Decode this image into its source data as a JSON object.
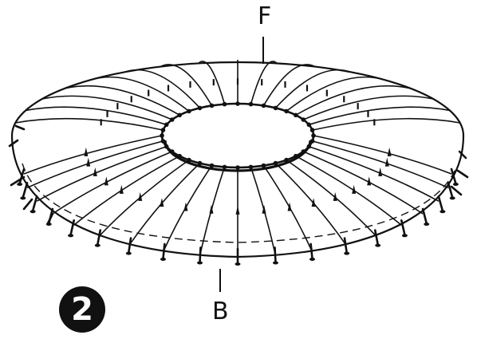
{
  "labels": {
    "top": "F",
    "bottom": "B"
  },
  "step_number": "2",
  "colors": {
    "ink": "#111111",
    "paper": "#ffffff"
  },
  "illustration": {
    "subject": "torus-wire-frame",
    "meridian_count": 36
  }
}
